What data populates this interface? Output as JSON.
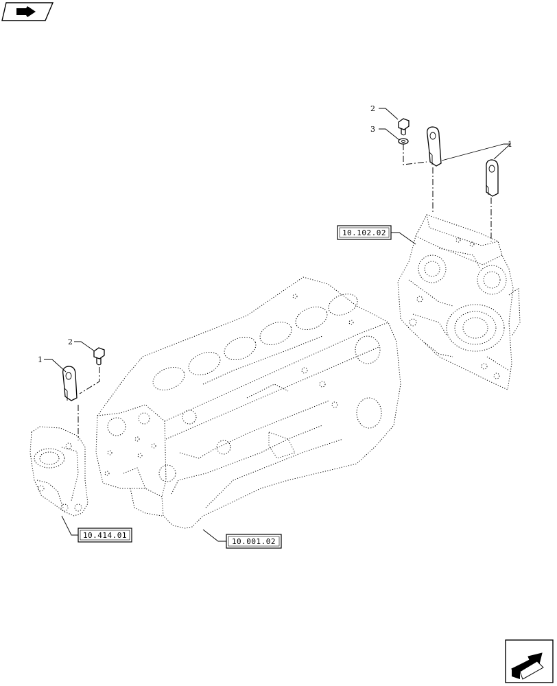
{
  "callouts": {
    "bracket_top": "1",
    "bolt_top": "2",
    "washer_top": "3",
    "bracket_left": "1",
    "bolt_left": "2"
  },
  "references": {
    "timing_cover": "10.102.02",
    "engine_block": "10.001.02",
    "pump_bracket": "10.414.01"
  },
  "icons": {
    "top_left": "previous-page-arrow-icon",
    "bottom_right": "next-page-arrow-icon"
  }
}
